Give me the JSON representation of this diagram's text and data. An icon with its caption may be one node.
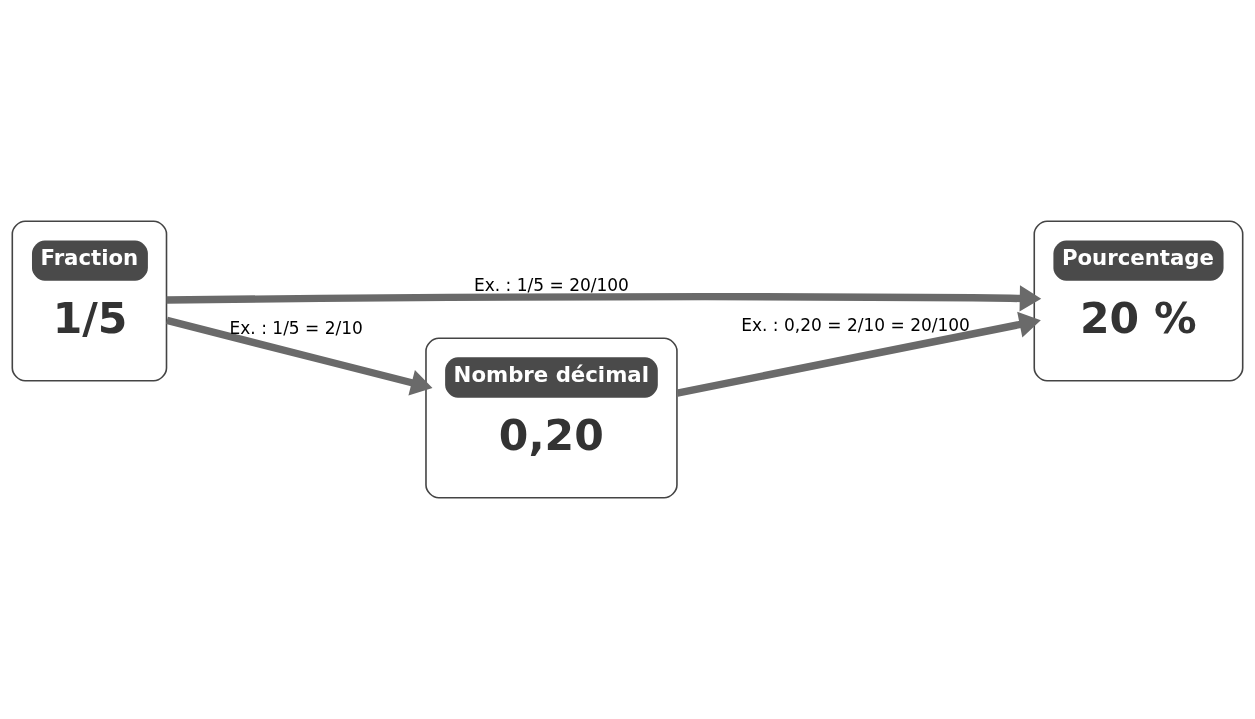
{
  "diagram": {
    "nodes": [
      {
        "text": [
          "Fraction",
          "1/5"
        ]
      },
      {
        "text": [
          "Pourcentage",
          "20 %"
        ]
      },
      {
        "text": [
          "Nombre décimal",
          "0,20"
        ]
      }
    ],
    "edges": [
      {
        "from": 0,
        "to": 1,
        "arrow": "to",
        "label": "Ex. : 1/5 = 20/100"
      },
      {
        "from": 0,
        "to": 2,
        "arrow": "to",
        "label": "Ex. : 1/5 = 2/10"
      },
      {
        "from": 2,
        "to": 1,
        "arrow": "to",
        "label": "Ex. : 0,20 = 2/10 = 20/100"
      }
    ]
  }
}
